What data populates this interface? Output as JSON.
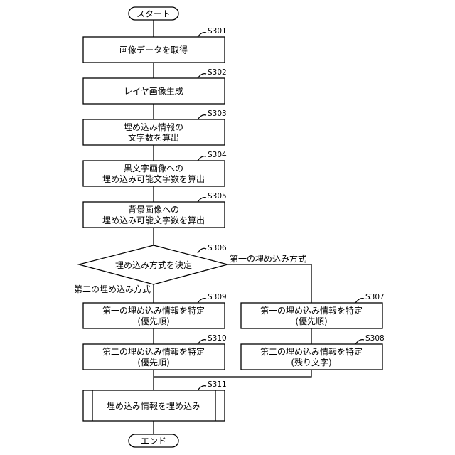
{
  "flowchart": {
    "start": "スタート",
    "end": "エンド",
    "steps": {
      "s301": {
        "id": "S301",
        "line1": "画像データを取得"
      },
      "s302": {
        "id": "S302",
        "line1": "レイヤ画像生成"
      },
      "s303": {
        "id": "S303",
        "line1": "埋め込み情報の",
        "line2": "文字数を算出"
      },
      "s304": {
        "id": "S304",
        "line1": "黒文字画像への",
        "line2": "埋め込み可能文字数を算出"
      },
      "s305": {
        "id": "S305",
        "line1": "背景画像への",
        "line2": "埋め込み可能文字数を算出"
      },
      "s306": {
        "id": "S306",
        "line1": "埋め込み方式を決定"
      },
      "s309": {
        "id": "S309",
        "line1": "第一の埋め込み情報を特定",
        "line2": "(優先順)"
      },
      "s310": {
        "id": "S310",
        "line1": "第二の埋め込み情報を特定",
        "line2": "(優先順)"
      },
      "s307": {
        "id": "S307",
        "line1": "第一の埋め込み情報を特定",
        "line2": "(優先順)"
      },
      "s308": {
        "id": "S308",
        "line1": "第二の埋め込み情報を特定",
        "line2": "(残り文字)"
      },
      "s311": {
        "id": "S311",
        "line1": "埋め込み情報を埋め込み"
      }
    },
    "branches": {
      "right": "第一の埋め込み方式",
      "down": "第二の埋め込み方式"
    }
  }
}
